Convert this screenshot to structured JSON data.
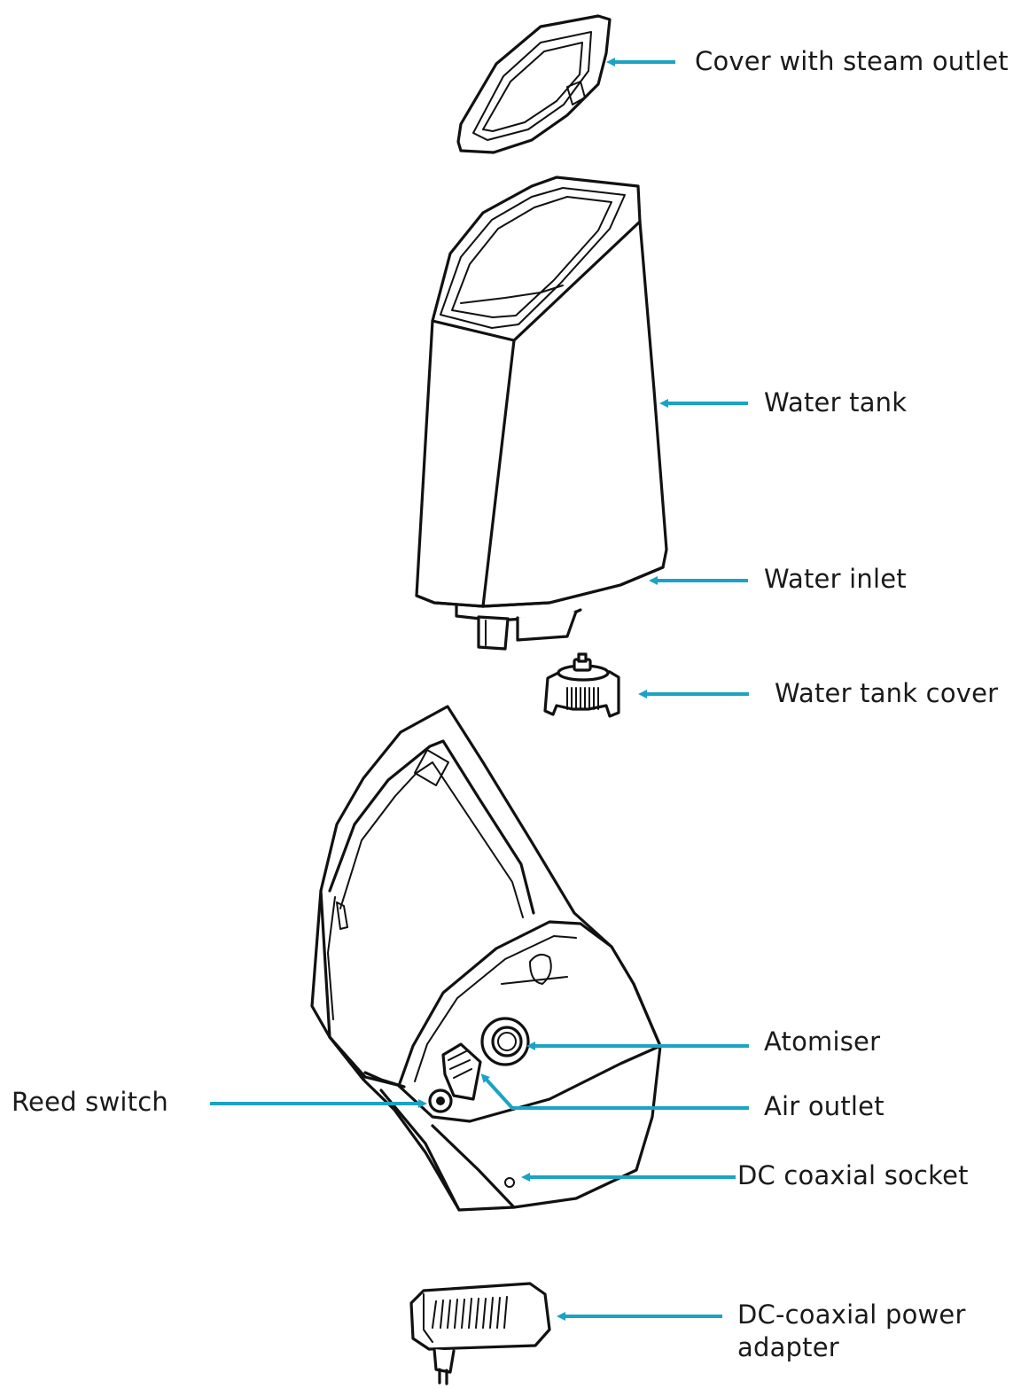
{
  "accent_color": "#1aa3c4",
  "labels": {
    "cover_with_steam_outlet": "Cover with steam outlet",
    "water_tank": "Water tank",
    "water_inlet": "Water inlet",
    "water_tank_cover": "Water tank cover",
    "atomiser": "Atomiser",
    "reed_switch": "Reed switch",
    "air_outlet": "Air outlet",
    "dc_coaxial_socket": "DC coaxial socket",
    "dc_coaxial_power_adapter_line1": "DC-coaxial power",
    "dc_coaxial_power_adapter_line2": "adapter"
  }
}
